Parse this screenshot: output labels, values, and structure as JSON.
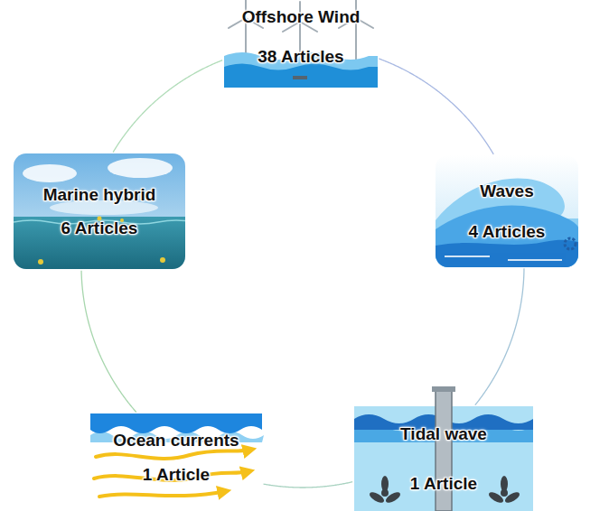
{
  "diagram": {
    "nodes": [
      {
        "text": [
          "Offshore Wind",
          "38 Articles"
        ]
      },
      {
        "text": [
          "Waves",
          "4 Articles"
        ]
      },
      {
        "text": [
          "Tidal wave",
          "1 Article"
        ]
      },
      {
        "text": [
          "Ocean currents",
          "1 Article"
        ]
      },
      {
        "text": [
          "Marine hybrid",
          "6 Articles"
        ]
      }
    ],
    "edges": [
      {
        "from": 0,
        "to": 1,
        "arrow": "none"
      },
      {
        "from": 1,
        "to": 2,
        "arrow": "none"
      },
      {
        "from": 2,
        "to": 3,
        "arrow": "none"
      },
      {
        "from": 3,
        "to": 4,
        "arrow": "none"
      },
      {
        "from": 4,
        "to": 0,
        "arrow": "none"
      }
    ]
  }
}
